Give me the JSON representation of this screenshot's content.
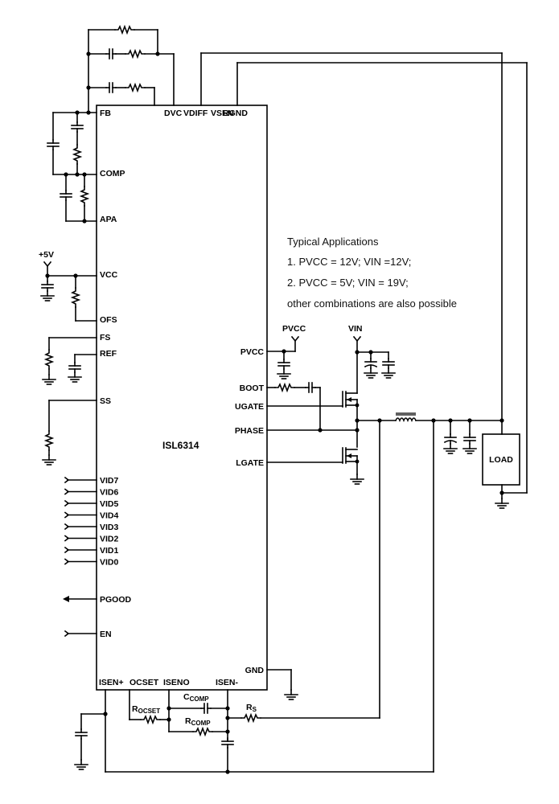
{
  "ic": {
    "name": "ISL6314",
    "left_pins": {
      "fb": "FB",
      "comp": "COMP",
      "apa": "APA",
      "vcc": "VCC",
      "ofs": "OFS",
      "fs": "FS",
      "ref": "REF",
      "ss": "SS",
      "vid": [
        "VID7",
        "VID6",
        "VID5",
        "VID4",
        "VID3",
        "VID2",
        "VID1",
        "VID0"
      ],
      "pgood": "PGOOD",
      "en": "EN"
    },
    "top_pins": {
      "dvc": "DVC",
      "vdiff": "VDIFF",
      "vsen": "VSEN",
      "rgnd": "RGND"
    },
    "right_pins": {
      "pvcc": "PVCC",
      "boot": "BOOT",
      "ugate": "UGATE",
      "phase": "PHASE",
      "lgate": "LGATE",
      "gnd": "GND"
    },
    "bottom_pins": {
      "isen_plus": "ISEN+",
      "ocset": "OCSET",
      "iseno": "ISENO",
      "isen_minus": "ISEN-"
    }
  },
  "supplies": {
    "plus5v": "+5V",
    "pvcc": "PVCC",
    "vin": "VIN"
  },
  "load_label": "LOAD",
  "components": {
    "rocset": {
      "main": "R",
      "sub": "OCSET"
    },
    "ccomp": {
      "main": "C",
      "sub": "COMP"
    },
    "rcomp": {
      "main": "R",
      "sub": "COMP"
    },
    "rs": {
      "main": "R",
      "sub": "S"
    }
  },
  "notes": {
    "title": "Typical Applications",
    "lines": [
      "1. PVCC = 12V; VIN =12V;",
      "2. PVCC = 5V; VIN = 19V;",
      "other combinations are also possible"
    ]
  }
}
